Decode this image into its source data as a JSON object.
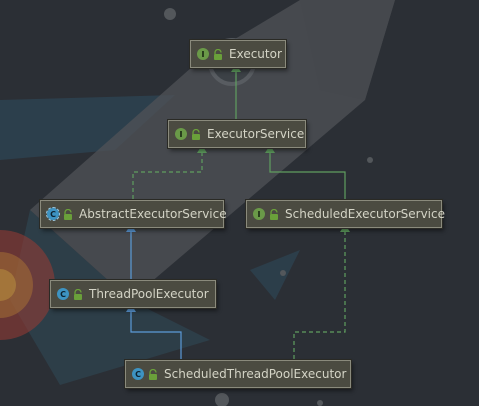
{
  "diagram": {
    "nodes": {
      "executor": {
        "name": "Executor",
        "kind": "I",
        "icon": "interface-icon"
      },
      "executor_service": {
        "name": "ExecutorService",
        "kind": "I",
        "icon": "interface-icon"
      },
      "abstract_executor_service": {
        "name": "AbstractExecutorService",
        "kind": "C",
        "icon": "abstract-class-icon"
      },
      "scheduled_executor_service": {
        "name": "ScheduledExecutorService",
        "kind": "I",
        "icon": "interface-icon"
      },
      "thread_pool_executor": {
        "name": "ThreadPoolExecutor",
        "kind": "C",
        "icon": "class-icon"
      },
      "scheduled_thread_pool_executor": {
        "name": "ScheduledThreadPoolExecutor",
        "kind": "C",
        "icon": "class-icon"
      }
    },
    "edges": [
      {
        "from": "executor_service",
        "to": "executor",
        "type": "extends-interface"
      },
      {
        "from": "abstract_executor_service",
        "to": "executor_service",
        "type": "implements"
      },
      {
        "from": "scheduled_executor_service",
        "to": "executor_service",
        "type": "extends-interface"
      },
      {
        "from": "thread_pool_executor",
        "to": "abstract_executor_service",
        "type": "extends"
      },
      {
        "from": "scheduled_thread_pool_executor",
        "to": "thread_pool_executor",
        "type": "extends"
      },
      {
        "from": "scheduled_thread_pool_executor",
        "to": "scheduled_executor_service",
        "type": "implements"
      }
    ],
    "colors": {
      "background": "#2b2f35",
      "node_fill": "#4b4b41",
      "node_border": "#8a8a7c",
      "node_text": "#d4d4c6",
      "interface_badge": "#6a9a48",
      "class_badge": "#3d93c2",
      "lock_icon": "#6aa03a",
      "extends_interface_edge": "#5f9e5f",
      "implements_edge": "#5f9e5f",
      "extends_class_edge": "#5b9ad8"
    },
    "background_art": "rocket-illustration"
  }
}
